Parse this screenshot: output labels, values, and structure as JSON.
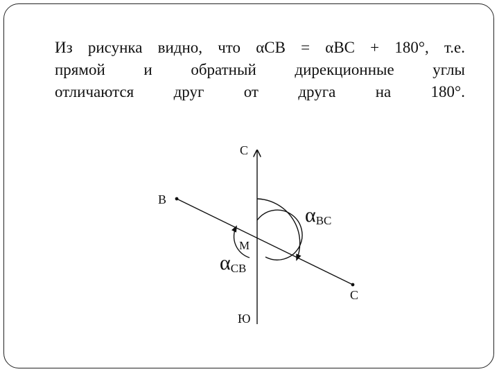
{
  "text": {
    "line1": "Из  рисунка  видно,  что αCB = αBC +  180°,  т.е.",
    "line2": "прямой и обратный дирекционные углы",
    "line3": "отличаются друг от друга на 180°."
  },
  "diagram": {
    "north_label": "С",
    "south_label": "Ю",
    "point_b_label": "B",
    "point_c_label": "C",
    "center_label": "М",
    "alpha_bc_symbol": "α",
    "alpha_bc_sub": "BC",
    "alpha_cb_symbol": "α",
    "alpha_cb_sub": "CB"
  }
}
